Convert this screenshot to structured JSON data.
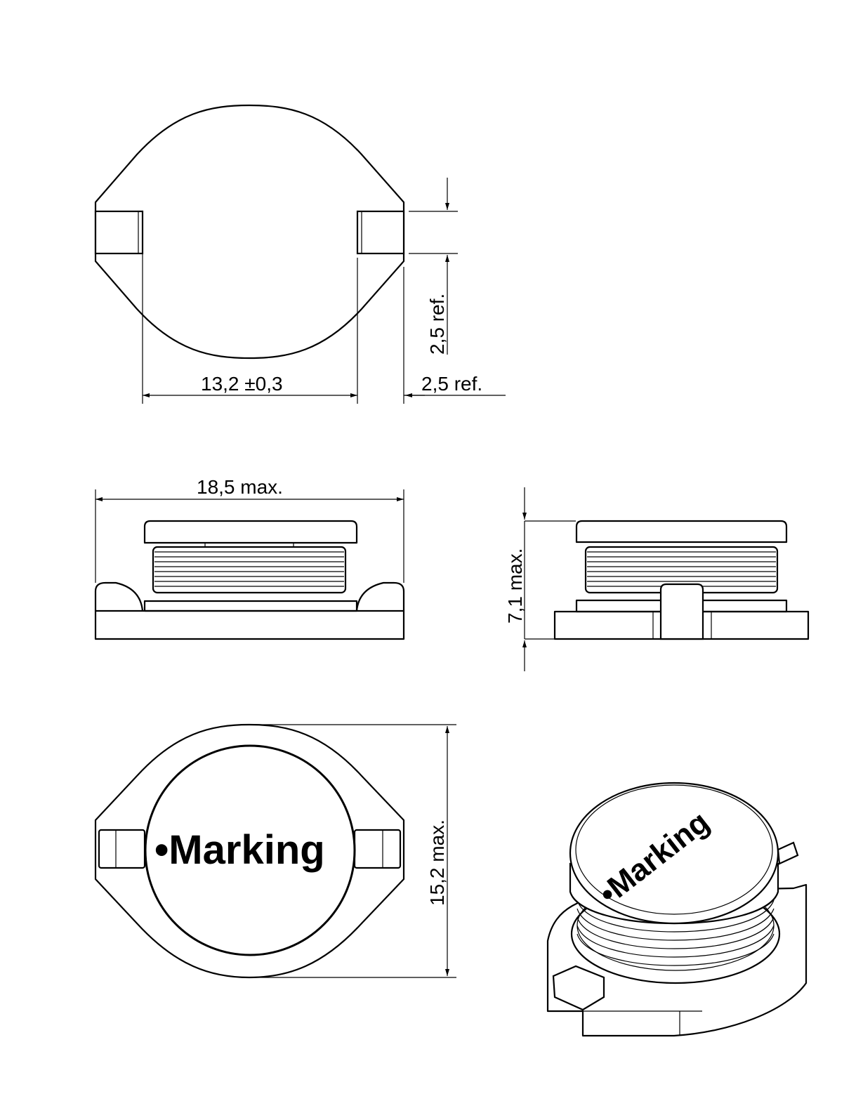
{
  "drawing": {
    "title": "SMD power inductor dimensional drawing",
    "views": {
      "top_view": {
        "dimensions": {
          "pad_spacing": "13,2  ±0,3",
          "pad_width": "2,5  ref.",
          "pad_height": "2,5  ref."
        }
      },
      "front_view": {
        "dimensions": {
          "length": "18,5  max."
        }
      },
      "side_view": {
        "dimensions": {
          "height": "7,1  max."
        }
      },
      "bottom_marking_view": {
        "marking_label": "•Marking",
        "dimensions": {
          "width": "15,2  max."
        }
      },
      "isometric_view": {
        "marking_label": "•Marking"
      }
    },
    "colors": {
      "line": "#000000",
      "background": "#ffffff"
    }
  }
}
